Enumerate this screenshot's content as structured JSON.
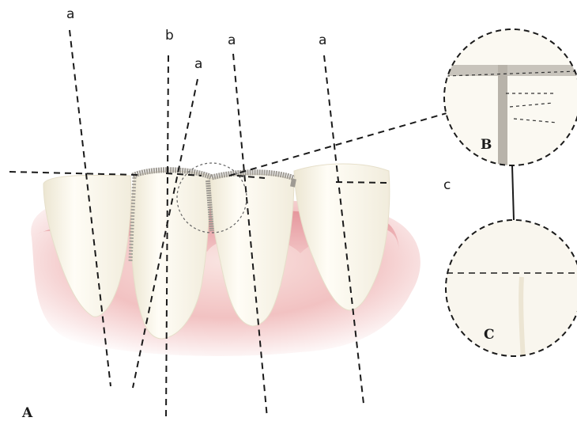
{
  "labels": {
    "a1": "a",
    "a2": "a",
    "a3": "a",
    "a4": "a",
    "b": "b",
    "c": "c",
    "panel_A": "A",
    "inset_B": "B",
    "inset_C": "C"
  },
  "colors": {
    "gum_dark": "#e79a9e",
    "gum_light": "#f7dcd9",
    "tooth": "#faf8f0",
    "tooth_shade": "#efe9d6",
    "composite": "#b4b0aa",
    "line": "#1a1a1a"
  }
}
